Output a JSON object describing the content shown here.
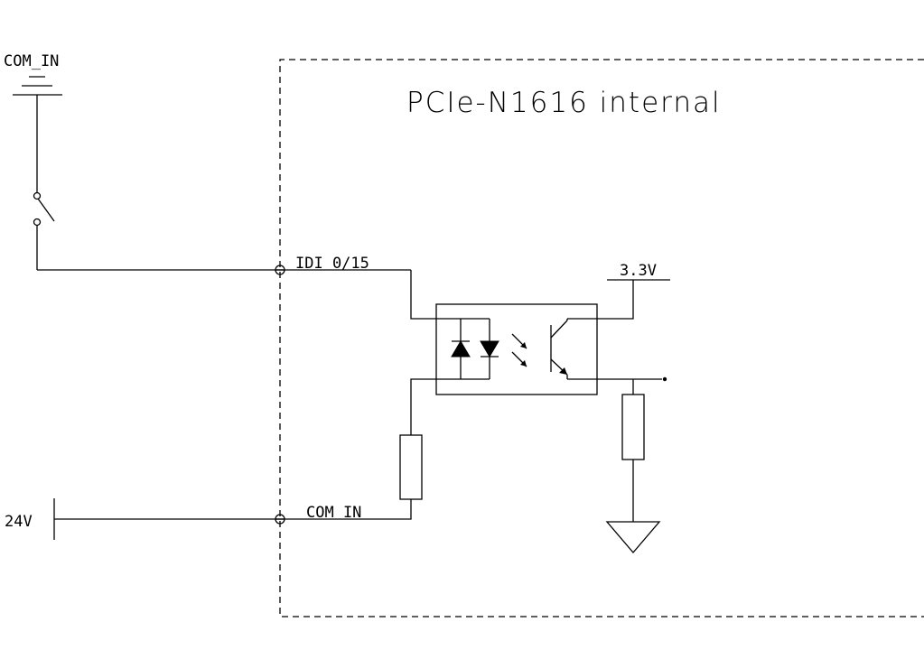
{
  "labels": {
    "com_in_top": "COM_IN",
    "title": "PCIe-N1616 internal",
    "idi": "IDI 0/15",
    "v33": "3.3V",
    "v24": "24V",
    "com_in_mid": "COM IN"
  }
}
